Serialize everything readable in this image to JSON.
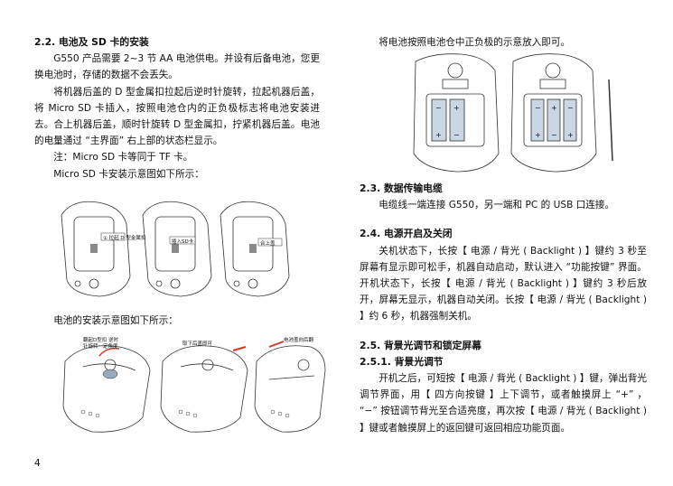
{
  "left": {
    "section_title": "2.2. 电池及 SD 卡的安装",
    "para1": "G550 产品需要 2~3 节 AA 电池供电。并设有后备电池，您更换电池时，存储的数据不会丢失。",
    "para2": "将机器后盖的 D 型金属扣拉起后逆时针旋转，拉起机器后盖，将 Micro SD 卡插入，按照电池仓内的正负极标志将电池安装进去。合上机器后盖，顺时针旋转 D 型金属扣，拧紧机器后盖。电池的电量通过 “主界面” 右上部的状态栏显示。",
    "note": "注：Micro SD 卡等同于 TF 卡。",
    "sd_caption": "Micro SD 卡安装示意图如下所示：",
    "battery_caption": "电池的安装示意图如下所示：",
    "sd_callouts": [
      "① 拉起 D 型金属扣",
      "插入SD卡",
      "合上盖"
    ],
    "battery_callouts": [
      "翻起D型扣 逆时针旋转一定角度",
      "取下后盖即可",
      "电池盖向后翻"
    ]
  },
  "right": {
    "intro": "将电池按照电池仓中正负极的示意放入即可。",
    "s23_title": "2.3. 数据传输电缆",
    "s23_body": "电缆线一端连接 G550，另一端和 PC 的 USB 口连接。",
    "s24_title": "2.4. 电源开启及关闭",
    "s24_body": "关机状态下，长按【 电源 / 背光 ( Backlight ) 】键约 3 秒至屏幕有显示即可松手，机器自动启动，默认进入 “功能按键” 界面。开机状态下，长按【 电源 / 背光 ( Backlight ) 】键约 3 秒后放开，屏幕无显示，机器自动关闭。长按【 电源 / 背光 ( Backlight ) 】约 6 秒，机器强制关机。",
    "s25_title": "2.5. 背景光调节和锁定屏幕",
    "s251_title": "2.5.1. 背景光调节",
    "s251_body": "开机之后，可短按【 电源 / 背光 ( Backlight ) 】键，弹出背光调节界面，用【 四方向按键 】上下调节，或者触摸屏上 “+” ， “−” 按钮调节背光至合适亮度，再次按【 电源 / 背光 ( Backlight ) 】键或者触摸屏上的返回键可返回相应功能页面。"
  },
  "page_number": "4",
  "colors": {
    "text": "#111111",
    "line": "#333333",
    "arrow": "#d23a2a",
    "sd_card": "#8a8a8a"
  },
  "icons": [
    "device-back-icon",
    "battery-compartment-icon",
    "arrow-icon"
  ]
}
